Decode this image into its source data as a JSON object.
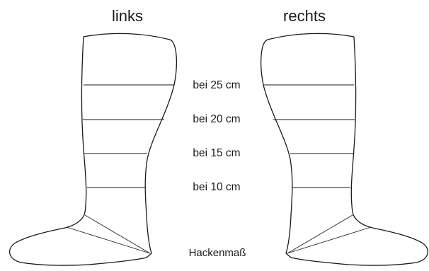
{
  "labels": {
    "left": "links",
    "right": "rechts"
  },
  "measurements": [
    {
      "label": "bei 25 cm"
    },
    {
      "label": "bei 20 cm"
    },
    {
      "label": "bei 15 cm"
    },
    {
      "label": "bei 10 cm"
    }
  ],
  "heel_label": "Hackenmaß",
  "colors": {
    "stroke": "#1a1a1a",
    "fill": "#ffffff",
    "text": "#1a1a1a"
  }
}
